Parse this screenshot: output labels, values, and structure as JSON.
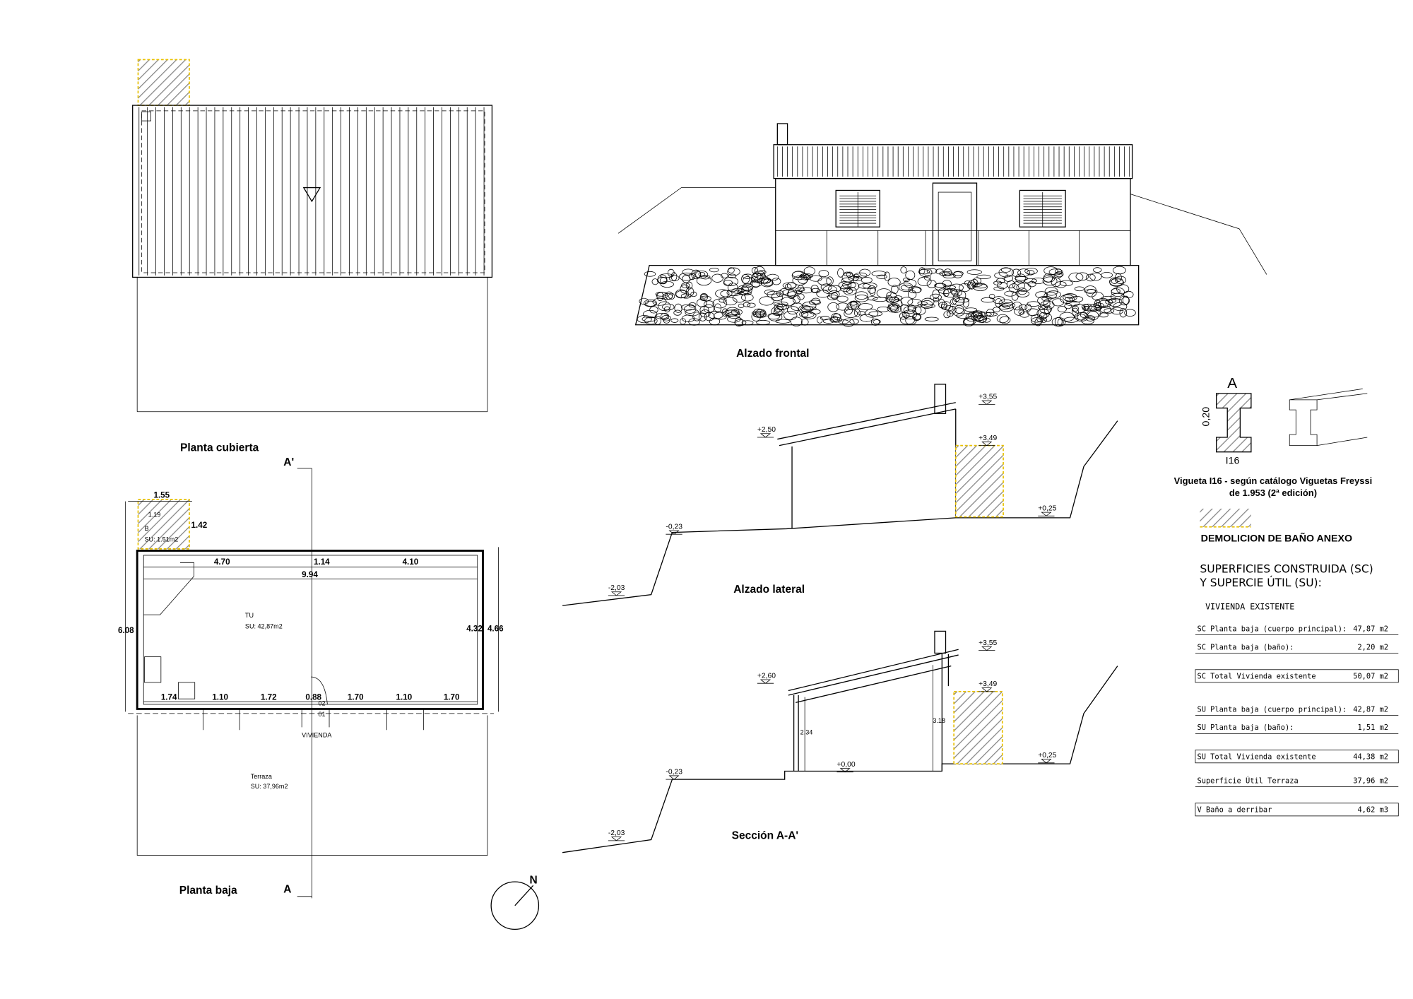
{
  "views": {
    "roof_plan": {
      "title": "Planta cubierta"
    },
    "ground_plan": {
      "title": "Planta baja",
      "section_top": "A'",
      "section_bottom": "A",
      "north": "N",
      "entrance": "VIVIENDA",
      "room_name": "TU",
      "room_area": "SU: 42,87m2",
      "terrace_name": "Terraza",
      "terrace_area": "SU: 37,96m2",
      "bath_labels": [
        "1.19",
        "B",
        "SU: 1.51m2"
      ],
      "door_marks": [
        "02",
        "01"
      ],
      "dimensions": {
        "bath_width": "1.55",
        "bath_depth": "1.42",
        "top": [
          "4.70",
          "1.14",
          "4.10"
        ],
        "inner_width": "9.94",
        "bottom": [
          "1.74",
          "1.10",
          "1.72",
          "0.88",
          "1.70",
          "1.10",
          "1.70"
        ],
        "left_total": "6.08",
        "right_inner": "4.32",
        "right_outer": "4.66"
      }
    },
    "front_elevation": {
      "title": "Alzado frontal"
    },
    "side_elevation": {
      "title": "Alzado lateral",
      "levels": [
        "+3,55",
        "+3,49",
        "+2,50",
        "-0,23",
        "-2,03",
        "+0,25"
      ]
    },
    "section": {
      "title": "Sección A-A'",
      "levels": [
        "+3,55",
        "+3,49",
        "+2,60",
        "-0,23",
        "-2,03",
        "+0,25",
        "+0,00"
      ],
      "heights": [
        "2.34",
        "3.18"
      ]
    }
  },
  "legend": {
    "beam_section_letter": "A",
    "beam_height": "0,20",
    "beam_name": "I16",
    "beam_caption_1": "Vigueta I16 - según catálogo Viguetas Freyssi",
    "beam_caption_2": "de 1.953 (2ª edición)",
    "demolition_label": "DEMOLICION DE BAÑO ANEXO",
    "surfaces_heading_1": "SUPERFICIES CONSTRUIDA (SC)",
    "surfaces_heading_2": "Y SUPERCIE ÚTIL (SU):",
    "subheading": "VIVIENDA EXISTENTE",
    "rows": [
      {
        "label": "SC  Planta baja (cuerpo principal):",
        "value": "47,87 m2",
        "boxed": false
      },
      {
        "label": "SC Planta baja (baño):",
        "value": "2,20 m2",
        "boxed": false
      },
      {
        "label": "SC Total Vivienda existente",
        "value": "50,07 m2",
        "boxed": true
      },
      {
        "label": "SU  Planta baja (cuerpo principal):",
        "value": "42,87 m2",
        "boxed": false
      },
      {
        "label": "SU Planta baja (baño):",
        "value": "1,51 m2",
        "boxed": false
      },
      {
        "label": "SU Total Vivienda existente",
        "value": "44,38 m2",
        "boxed": true
      },
      {
        "label": "Superficie Útil Terraza",
        "value": "37,96 m2",
        "boxed": false
      },
      {
        "label": "V  Baño a derribar",
        "value": "4,62 m3",
        "boxed": true
      }
    ]
  },
  "colors": {
    "demolition_border": "#e8c000",
    "hatch": "#888888"
  }
}
